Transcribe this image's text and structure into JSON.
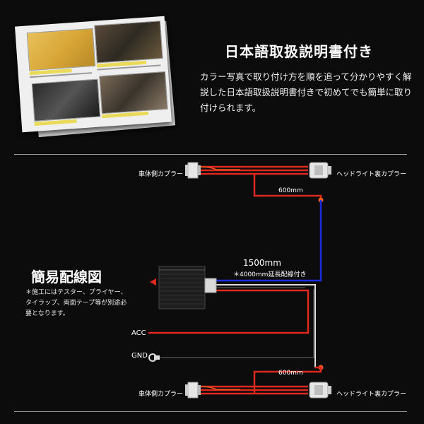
{
  "manual": {
    "heading": "日本語取扱説明書付き",
    "description": "カラー写真で取り付け方を順を追って分かりやすく解説した日本語取扱説明書付きで初めてでも簡単に取り付けられます。"
  },
  "diagram": {
    "title": "簡易配線図",
    "note": "＊施工にはテスター、プライヤー、タイラップ、両面テープ等が別途必要となります。",
    "top_vehicle_coupler": "車体側カプラー",
    "top_headlight_coupler": "ヘッドライト裏カプラー",
    "top_length": "600mm",
    "main_length": "1500mm",
    "extension_note": "＊4000mm延長配線付き",
    "acc_label": "ACC",
    "gnd_label": "GND",
    "bottom_length": "600mm",
    "bottom_vehicle_coupler": "車体側カプラー",
    "bottom_headlight_coupler": "ヘッドライト裏カプラー"
  },
  "colors": {
    "background": "#0c0c0c",
    "wire_red": "#e0281e",
    "wire_orange": "#f05a1e",
    "wire_blue": "#1a2ee0",
    "wire_white": "#dcdcdc",
    "wire_black": "#3a3a3a",
    "divider": "#9a9a9a"
  },
  "icons": [
    "gnd-ring-terminal-icon",
    "arrow-marker-icon"
  ]
}
